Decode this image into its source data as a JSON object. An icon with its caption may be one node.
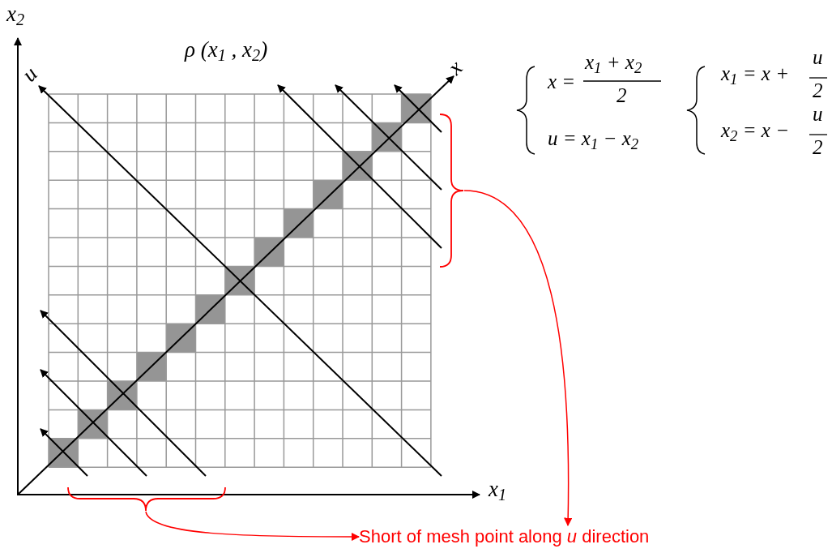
{
  "diagram": {
    "nodes": [
      {
        "text": [],
        "shape": "bracket"
      },
      {
        "text": [],
        "shape": "bracket"
      },
      {
        "text": [
          "Short of mesh point along *u* direction"
        ]
      }
    ],
    "edges": [
      {
        "from": 0,
        "to": 2,
        "arrow": "to"
      },
      {
        "from": 1,
        "to": 2,
        "arrow": "to"
      }
    ],
    "labels": [
      "x$_{2}$",
      "ρ (x$_{1}$ , x$_{2}$)",
      "u",
      "x",
      "x$_{1}$",
      "x =",
      "x$_{1}$ + x$_{2}$",
      "2",
      "u = x$_{1}$ − x$_{2}$",
      "x$_{1}$ = x +",
      "u",
      "2",
      "x$_{2}$ = x −",
      "u",
      "2"
    ]
  }
}
